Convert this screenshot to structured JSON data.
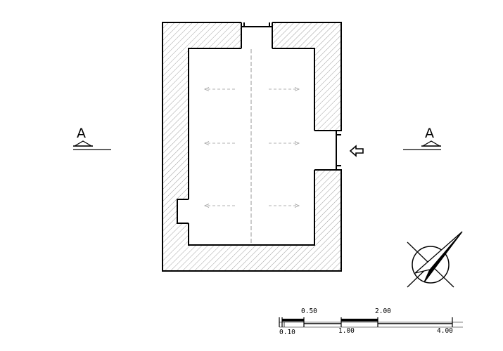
{
  "section_marks": {
    "left": {
      "letter": "A"
    },
    "right": {
      "letter": "A"
    }
  },
  "scale_bar": {
    "labels_top": [
      "0.50",
      "2.00"
    ],
    "labels_bottom": [
      "0.10",
      "1.00",
      "4.00"
    ]
  },
  "icons": {
    "entrance": "entrance-arrow-icon",
    "north": "north-arrow-icon"
  }
}
